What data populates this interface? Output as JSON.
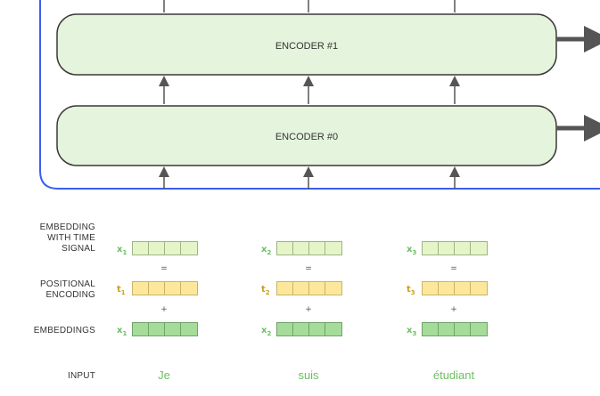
{
  "encoders": [
    {
      "label": "ENCODER #1"
    },
    {
      "label": "ENCODER #0"
    }
  ],
  "row_labels": {
    "embedding_with_time_signal": "EMBEDDING\nWITH TIME\nSIGNAL",
    "positional_encoding": "POSITIONAL\nENCODING",
    "embeddings": "EMBEDDINGS",
    "input": "INPUT"
  },
  "operators": {
    "equals": "=",
    "plus": "+"
  },
  "columns": [
    {
      "word": "Je",
      "time_signal": {
        "base": "x",
        "sub": "1"
      },
      "positional": {
        "base": "t",
        "sub": "1"
      },
      "embedding": {
        "base": "x",
        "sub": "1"
      }
    },
    {
      "word": "suis",
      "time_signal": {
        "base": "x",
        "sub": "2"
      },
      "positional": {
        "base": "t",
        "sub": "2"
      },
      "embedding": {
        "base": "x",
        "sub": "2"
      }
    },
    {
      "word": "étudiant",
      "time_signal": {
        "base": "x",
        "sub": "3"
      },
      "positional": {
        "base": "t",
        "sub": "3"
      },
      "embedding": {
        "base": "x",
        "sub": "3"
      }
    }
  ],
  "colors": {
    "encoder_fill": "#e5f4dc",
    "encoder_stroke": "#3a3a3a",
    "frame_blue": "#3a5ef0",
    "time_signal_fill": "#e6f5c7",
    "positional_fill": "#fde79a",
    "embedding_fill": "#a5dc9a",
    "symbol_green": "#6cbf63",
    "symbol_gold": "#c9a21a",
    "arrow": "#555555"
  }
}
